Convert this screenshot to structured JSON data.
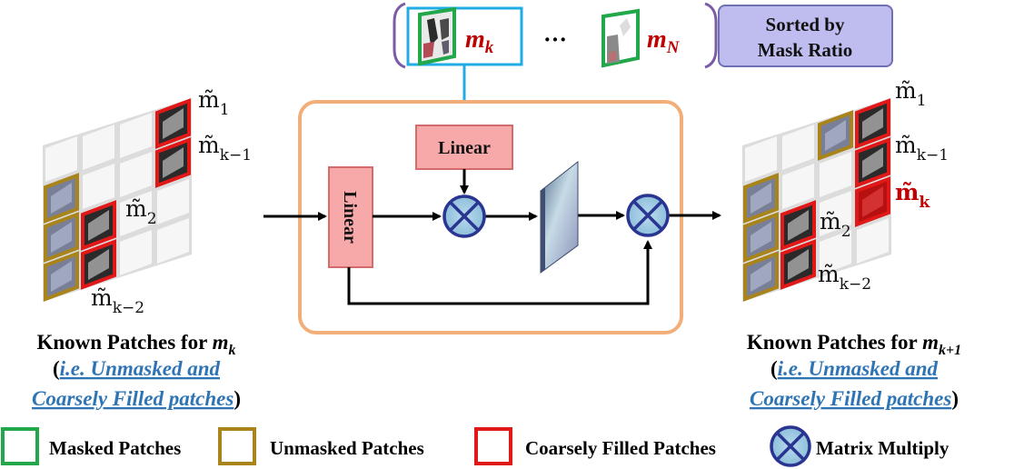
{
  "colors": {
    "masked": "#22a84b",
    "unmasked": "#a9841a",
    "coarse": "#e01818",
    "multiply_fill": "#8fc1db",
    "multiply_stroke": "#2a3592",
    "linear_fill": "#f7a9a9",
    "orange_box": "#f2ae78",
    "bracket": "#7b5aa6",
    "sorted_fill": "#bfbdf0",
    "cyan": "#21ace6",
    "link": "#2e74b5"
  },
  "top_bar": {
    "mask_k_label": "m",
    "mask_k_sub": "k",
    "ellipsis": "···",
    "mask_N_label": "m",
    "mask_N_sub": "N",
    "sorted_line1": "Sorted by",
    "sorted_line2": "Mask Ratio"
  },
  "module": {
    "linear_top": "Linear",
    "linear_left": "Linear"
  },
  "left_panel": {
    "labels": {
      "m1": "m̃",
      "m1_sub": "1",
      "mk1": "m̃",
      "mk1_sub": "k−1",
      "m2": "m̃",
      "m2_sub": "2",
      "mk2": "m̃",
      "mk2_sub": "k−2"
    },
    "caption_main": "Known Patches for ",
    "caption_var": "m",
    "caption_sub": "k",
    "caption_paren_open": "(",
    "caption_link_1": "i.e. Unmasked and",
    "caption_link_2": "Coarsely Filled patches",
    "caption_paren_close": ")"
  },
  "right_panel": {
    "labels": {
      "m1": "m̃",
      "m1_sub": "1",
      "mk1": "m̃",
      "mk1_sub": "k−1",
      "mk": "m̃",
      "mk_sub": "k",
      "m2": "m̃",
      "m2_sub": "2",
      "mk2": "m̃",
      "mk2_sub": "k−2"
    },
    "caption_main": "Known Patches for ",
    "caption_var": "m",
    "caption_sub": "k+1",
    "caption_paren_open": "(",
    "caption_link_1": "i.e. Unmasked and",
    "caption_link_2": "Coarsely Filled patches",
    "caption_paren_close": ")"
  },
  "legend": {
    "masked": "Masked Patches",
    "unmasked": "Unmasked Patches",
    "coarse": "Coarsely Filled Patches",
    "multiply": "Matrix Multiply"
  }
}
